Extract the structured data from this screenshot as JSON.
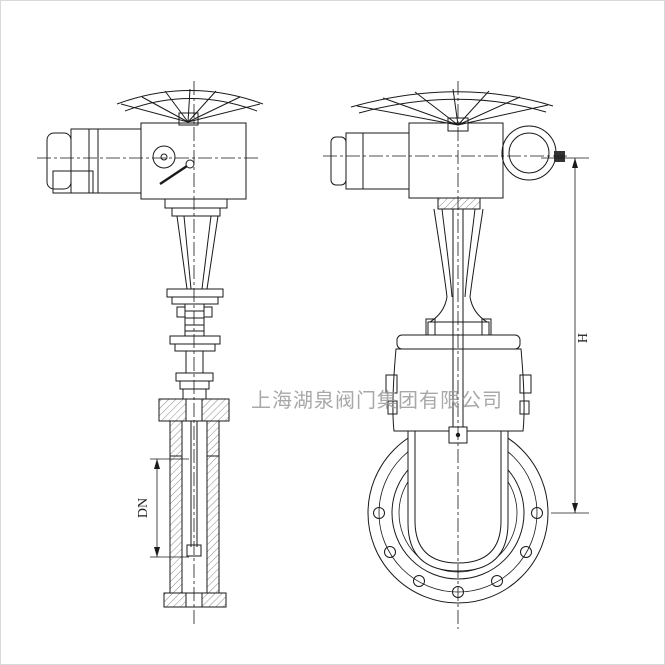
{
  "drawing": {
    "watermark": "上海湖泉阀门集团有限公司",
    "dimension_labels": {
      "dn": "DN",
      "h": "H"
    },
    "colors": {
      "line": "#1a1a1a",
      "background": "#ffffff",
      "watermark": "#9a9a9a"
    }
  }
}
